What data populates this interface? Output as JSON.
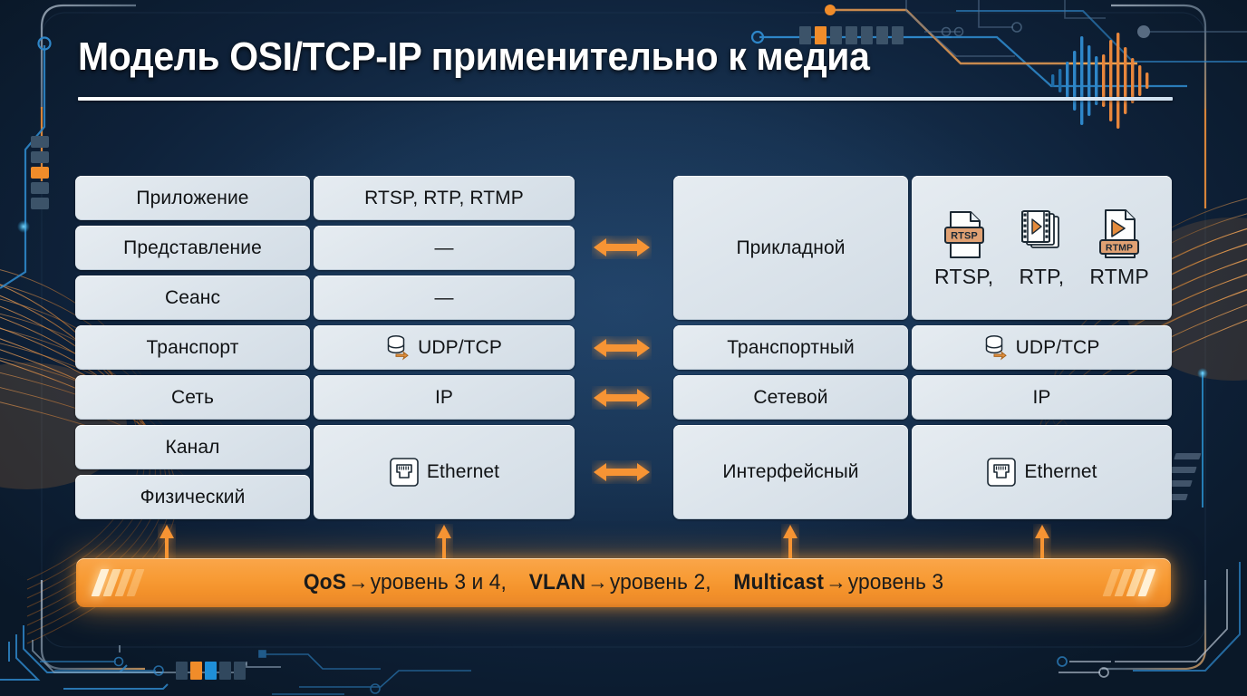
{
  "header": {
    "title": "Модель OSI/TCP-IP применительно к медиа"
  },
  "colors": {
    "accent_orange": "#f79a33",
    "panel_light": "#dde5ec",
    "background_dark": "#16304e",
    "title_white": "#ffffff",
    "arrow_orange": "#f79434"
  },
  "osi_table": {
    "layers": [
      {
        "name": "Приложение"
      },
      {
        "name": "Представление"
      },
      {
        "name": "Сеанс"
      },
      {
        "name": "Транспорт"
      },
      {
        "name": "Сеть"
      },
      {
        "name": "Канал"
      },
      {
        "name": "Физический"
      }
    ],
    "protocols": [
      {
        "text": "RTSP, RTP, RTMP",
        "icon": ""
      },
      {
        "text": "—",
        "icon": ""
      },
      {
        "text": "—",
        "icon": ""
      },
      {
        "text": "UDP/TCP",
        "icon": "database-arrow-icon"
      },
      {
        "text": "IP",
        "icon": ""
      },
      {
        "text": "Ethernet",
        "icon": "rj45-port-icon"
      }
    ]
  },
  "tcpip_table": {
    "layers": [
      {
        "name": "Прикладной"
      },
      {
        "name": "Транспортный"
      },
      {
        "name": "Сетевой"
      },
      {
        "name": "Интерфейсный"
      }
    ],
    "protocols": [
      {
        "type": "protocol-icons",
        "items": [
          {
            "label": "RTSP,",
            "icon": "rtsp-file-icon",
            "badge": "RTSP"
          },
          {
            "label": "RTP,",
            "icon": "rtp-filmstrip-icon",
            "badge": ""
          },
          {
            "label": "RTMP",
            "icon": "rtmp-file-icon",
            "badge": "RTMP"
          }
        ]
      },
      {
        "type": "text",
        "text": "UDP/TCP",
        "icon": "database-arrow-icon"
      },
      {
        "type": "text",
        "text": "IP",
        "icon": ""
      },
      {
        "type": "text",
        "text": "Ethernet",
        "icon": "rj45-port-icon"
      }
    ]
  },
  "mapping_arrows": {
    "count": 4,
    "icon": "double-headed-arrow-icon"
  },
  "up_arrows": {
    "count": 4,
    "icon": "up-arrow-icon"
  },
  "banner": {
    "items": [
      {
        "term": "QoS",
        "arrow": "→",
        "value": "уровень 3 и 4,"
      },
      {
        "term": "VLAN",
        "arrow": "→",
        "value": "уровень 2,"
      },
      {
        "term": "Multicast",
        "arrow": "→",
        "value": "уровень 3"
      }
    ]
  }
}
